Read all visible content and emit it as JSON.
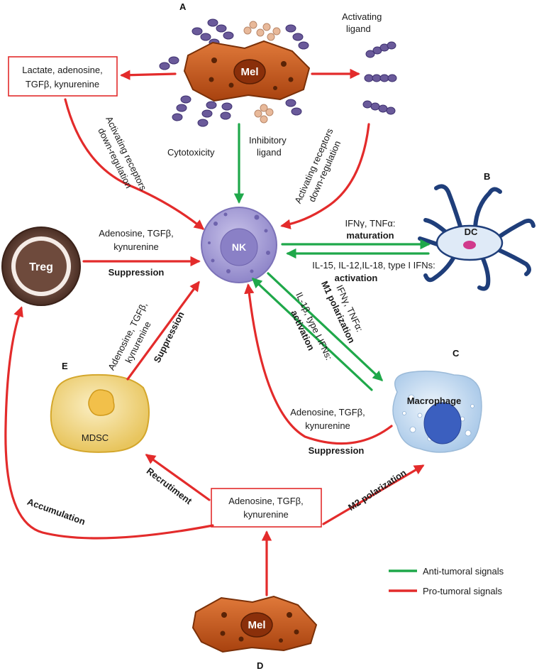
{
  "colors": {
    "anti_tumoral": "#1fa84a",
    "pro_tumoral": "#e32b2b",
    "mel_cell": "#c8561d",
    "nk_cell": "#a8a0d6",
    "treg_outer": "#5b3a2e",
    "mdsc_cell": "#f2d98a",
    "macrophage_cell": "#cfe3f5",
    "dc_cell": "#dfeaf7",
    "receptor": "#6a5a9a"
  },
  "panels": {
    "a": "A",
    "b": "B",
    "c": "C",
    "d": "D",
    "e": "E"
  },
  "cells": {
    "mel_top": "Mel",
    "mel_bottom": "Mel",
    "nk": "NK",
    "treg": "Treg",
    "dc": "DC",
    "macrophage": "Macrophage",
    "mdsc": "MDSC"
  },
  "labels": {
    "activating_ligand_1": "Activating",
    "activating_ligand_2": "ligand",
    "inhibitory_ligand_1": "Inhibitory",
    "inhibitory_ligand_2": "ligand",
    "top_box_1": "Lactate, adenosine,",
    "top_box_2": "TGFβ, kynurenine",
    "cytotoxicity": "Cytotoxicity",
    "act_down_left_1": "Activating receptors",
    "act_down_left_2": "down-regulation",
    "act_down_right_1": "Activating receptors",
    "act_down_right_2": "down-regulation",
    "treg_factors_1": "Adenosine, TGFβ,",
    "treg_factors_2": "kynurenine",
    "treg_suppression": "Suppression",
    "dc_maturation_1": "IFNγ, TNFα:",
    "dc_maturation_2": "maturation",
    "dc_activation_1": "IL-15, IL-12,IL-18, type I IFNs:",
    "dc_activation_2": "activation",
    "mdsc_factors_1": "Adenosine, TGFβ,",
    "mdsc_factors_2": "kynurenine",
    "mdsc_suppression": "Suppression",
    "m1_1": "IFNγ, TNFα:",
    "m1_2": "M1 polarization",
    "mac_act_1": "IL-1β, type I IFNs:",
    "mac_act_2": "activation",
    "mac_factors_1": "Adenosine, TGFβ,",
    "mac_factors_2": "kynurenine",
    "mac_suppression": "Suppression",
    "bottom_box_1": "Adenosine, TGFβ,",
    "bottom_box_2": "kynurenine",
    "recrutiment": "Recrutiment",
    "accumulation": "Accumulation",
    "m2": "M2 polarization"
  },
  "legend": {
    "anti": "Anti-tumoral signals",
    "pro": "Pro-tumoral signals"
  }
}
